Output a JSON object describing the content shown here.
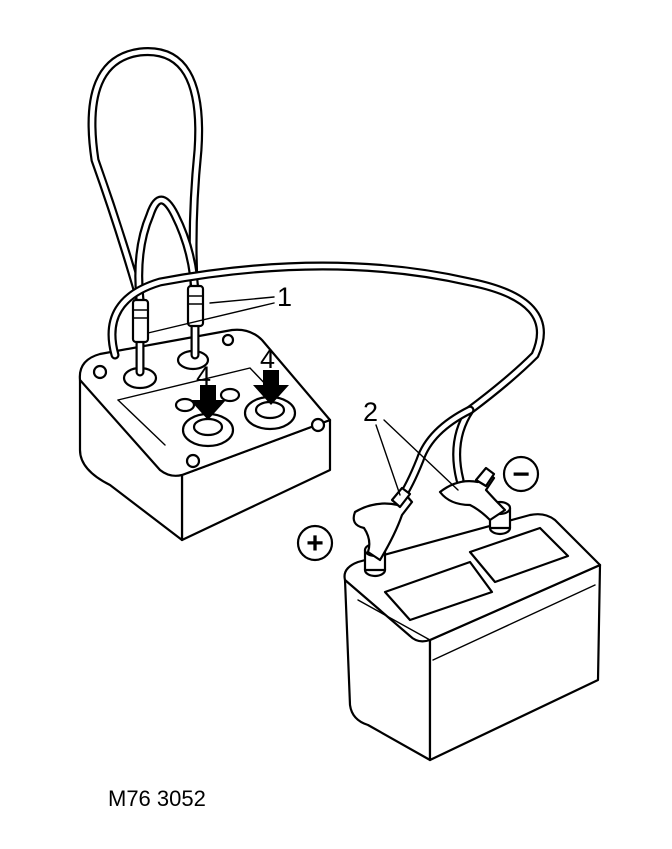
{
  "callouts": {
    "leads": "1",
    "clamps": "2",
    "terminal_left": "4",
    "terminal_right": "4"
  },
  "polarity": {
    "positive": "+",
    "negative": "−"
  },
  "figure_code": "M76 3052"
}
